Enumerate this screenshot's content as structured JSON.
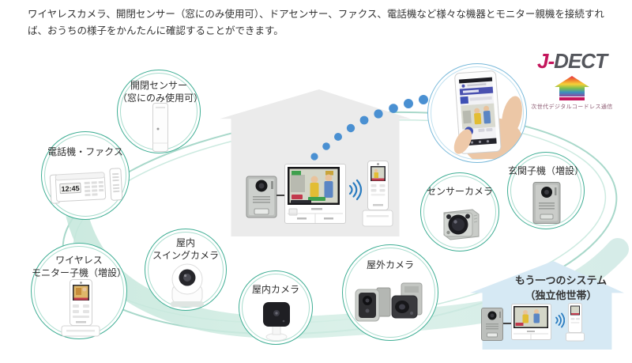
{
  "description": {
    "text": "ワイヤレスカメラ、開閉センサー（窓にのみ使用可）、ドアセンサー、ファクス、電話機など様々な機器とモニター親機を接続すれば、おうちの様子をかんたんに確認することができます。"
  },
  "logo": {
    "brand_j": "J-",
    "brand_rest": "DECT",
    "caption": "次世代デジタルコードレス通信"
  },
  "bubbles": {
    "open_close_sensor": {
      "label": "開閉センサー\n（窓にのみ使用可）"
    },
    "phone_fax": {
      "label": "電話機・ファクス",
      "display": "12:45"
    },
    "wireless_monitor": {
      "label": "ワイヤレス\nモニター子機（増設）"
    },
    "indoor_swing_camera": {
      "label": "屋内\nスイングカメラ"
    },
    "indoor_camera": {
      "label": "屋内カメラ"
    },
    "outdoor_camera": {
      "label": "屋外カメラ"
    },
    "sensor_camera": {
      "label": "センサーカメラ"
    },
    "entrance_station": {
      "label": "玄関子機（増設）"
    }
  },
  "other_system": {
    "label": "もう一つのシステム\n（独立他世帯）"
  },
  "colors": {
    "accent_teal": "#3fae94",
    "accent_blue": "#79b9da",
    "dot_blue": "#4a90d2",
    "ribbon_mint": "#c3e6da",
    "logo_magenta": "#c4165c",
    "main_house": "#ebebeb",
    "other_house": "#d6e9f4"
  }
}
